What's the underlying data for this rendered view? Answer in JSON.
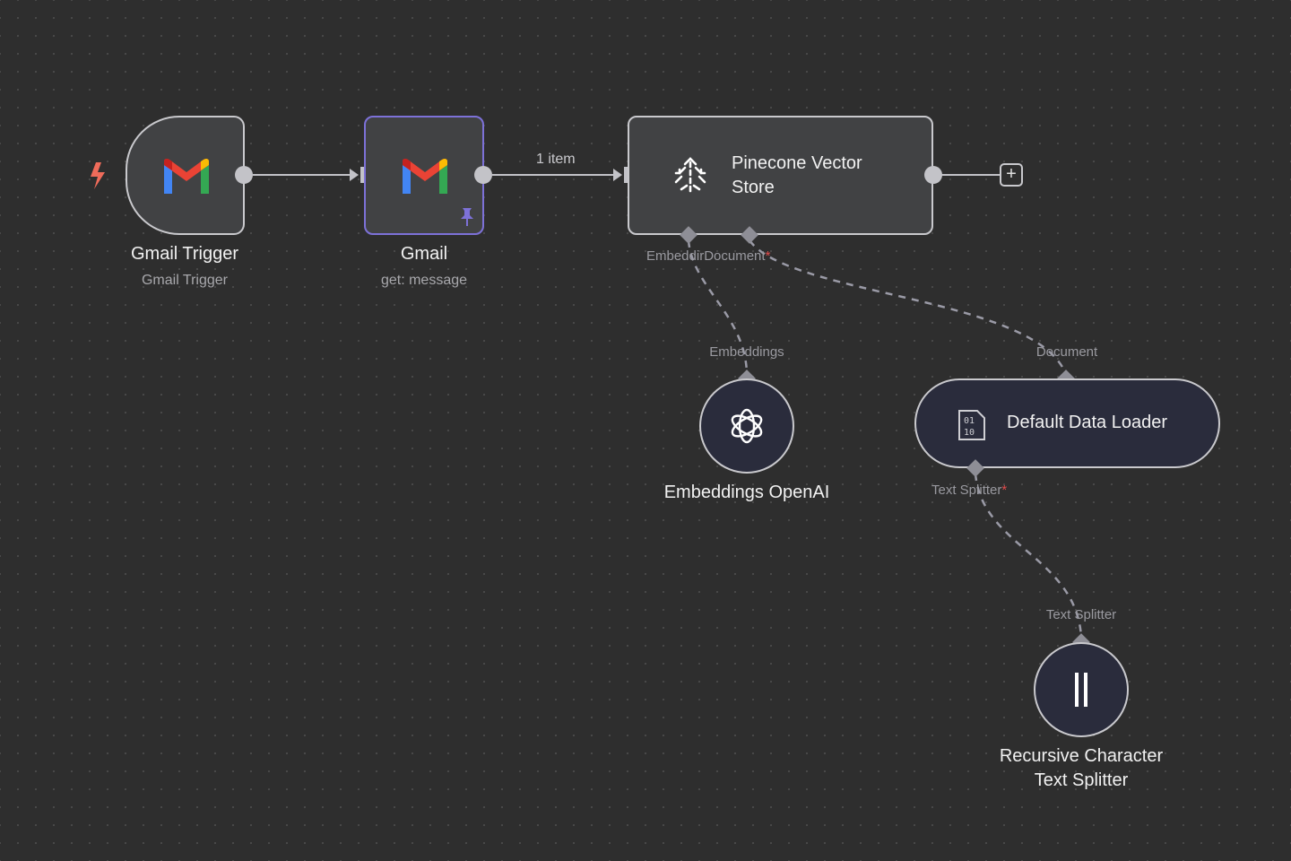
{
  "nodes": {
    "gmail_trigger": {
      "title": "Gmail Trigger",
      "subtitle": "Gmail Trigger",
      "icon": "gmail-logo-icon"
    },
    "gmail": {
      "title": "Gmail",
      "subtitle": "get: message",
      "icon": "gmail-logo-icon",
      "pinned": true
    },
    "pinecone": {
      "title_line1": "Pinecone Vector",
      "title_line2": "Store",
      "icon": "pinecone-icon",
      "ports": {
        "embedding": "Embeddir",
        "document": "Document",
        "document_required": "*"
      }
    },
    "embeddings_openai": {
      "title": "Embeddings OpenAI",
      "port_label": "Embeddings",
      "icon": "openai-icon"
    },
    "default_data_loader": {
      "title": "Default Data Loader",
      "port_label": "Document",
      "icon": "binary-file-icon",
      "ports": {
        "text_splitter": "Text Splitter",
        "text_splitter_required": "*"
      }
    },
    "recursive_splitter": {
      "title_line1": "Recursive Character",
      "title_line2": "Text Splitter",
      "port_label": "Text Splitter",
      "icon": "text-splitter-icon"
    }
  },
  "edges": {
    "gmail_to_pinecone_label": "1 item"
  },
  "colors": {
    "canvas": "#2e2e2e",
    "node_fill": "#414244",
    "sub_node_fill": "#2a2c3c",
    "border": "#c9c9cd",
    "selected_border": "#7d71d8",
    "trigger_bolt": "#ef6b5a",
    "pin": "#7d71d8"
  }
}
